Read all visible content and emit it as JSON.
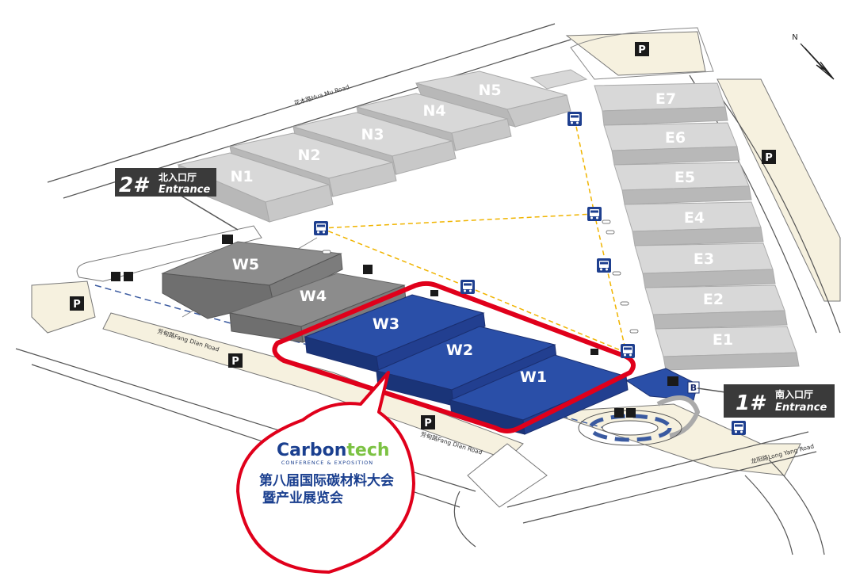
{
  "compass": {
    "label": "N"
  },
  "roads": {
    "hua_mu_road": "花木路Hua Mu Road",
    "fang_dian_road_1": "芳甸路Fang Dian Road",
    "fang_dian_road_2": "芳甸路Fang Dian Road",
    "long_yang_road": "龙阳路Long Yang Road"
  },
  "halls": {
    "N1": "N1",
    "N2": "N2",
    "N3": "N3",
    "N4": "N4",
    "N5": "N5",
    "E1": "E1",
    "E2": "E2",
    "E3": "E3",
    "E4": "E4",
    "E5": "E5",
    "E6": "E6",
    "E7": "E7",
    "W1": "W1",
    "W2": "W2",
    "W3": "W3",
    "W4": "W4",
    "W5": "W5"
  },
  "entrances": {
    "north": {
      "number": "2#",
      "name_cn": "北入口厅",
      "name_en": "Entrance"
    },
    "south": {
      "number": "1#",
      "name_cn": "南入口厅",
      "name_en": "Entrance"
    }
  },
  "parking_label": "P",
  "building_b_label": "B",
  "highlighted_halls": [
    "W1",
    "W2",
    "W3"
  ],
  "colors": {
    "highlight_red": "#e0001b",
    "hall_blue": "#1e3f8f",
    "hall_gray_light": "#d6d6d6",
    "hall_gray_dark": "#8c8c8c",
    "label_bg": "#3a3a3a",
    "road_fill": "#f6f1df"
  },
  "logo": {
    "carbon": "Carbon",
    "tech": "tech",
    "subtitle": "CONFERENCE & EXPOSITION",
    "line1": "第八届国际碳材料大会",
    "line2": "暨产业展览会"
  }
}
